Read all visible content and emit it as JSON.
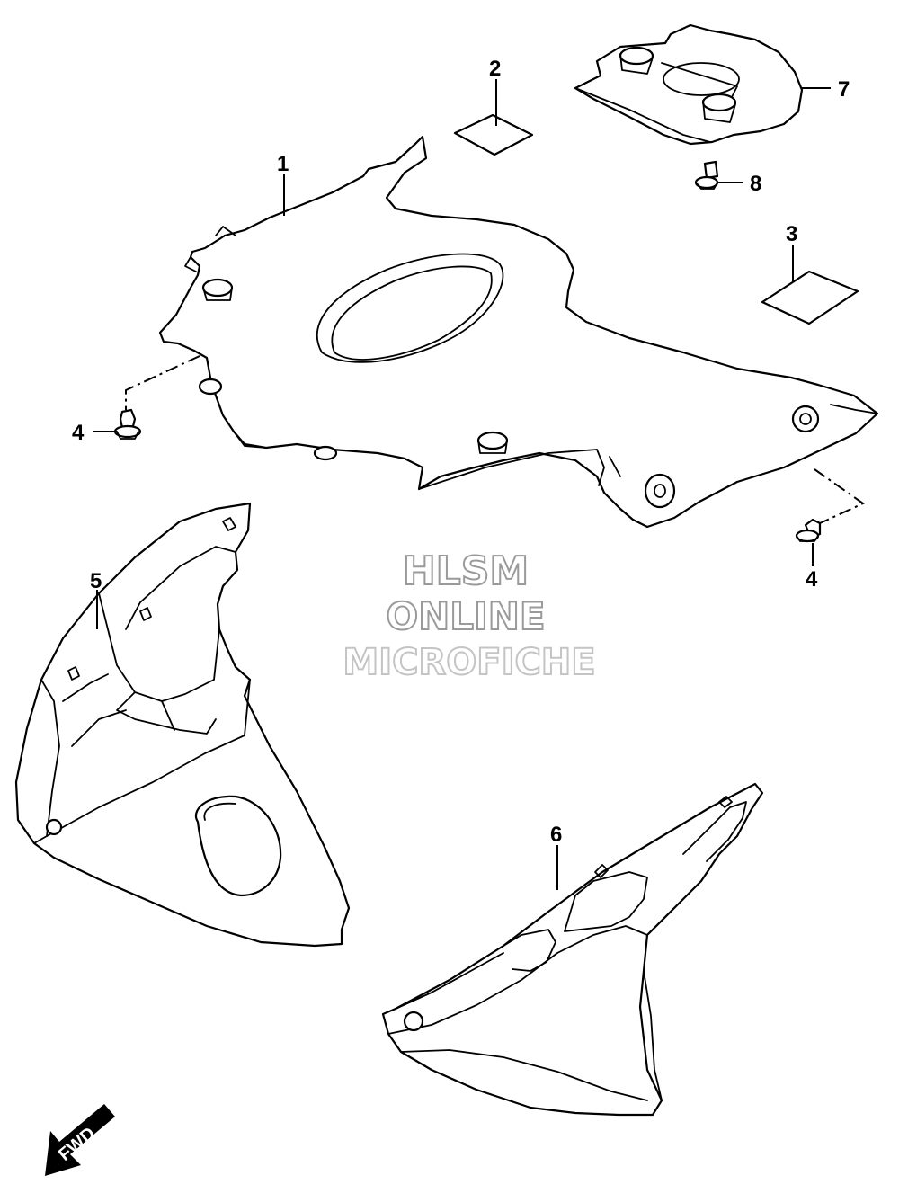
{
  "callouts": {
    "c1": "1",
    "c2": "2",
    "c3": "3",
    "c4a": "4",
    "c4b": "4",
    "c5": "5",
    "c6": "6",
    "c7": "7",
    "c8": "8"
  },
  "watermark": {
    "line1": "HLSM",
    "line2": "ONLINE",
    "line3": "MICROFICHE"
  },
  "direction": {
    "label": "FWD"
  },
  "colors": {
    "line": "#000000",
    "background": "#ffffff",
    "watermark_stroke": "#9a9a9a"
  }
}
